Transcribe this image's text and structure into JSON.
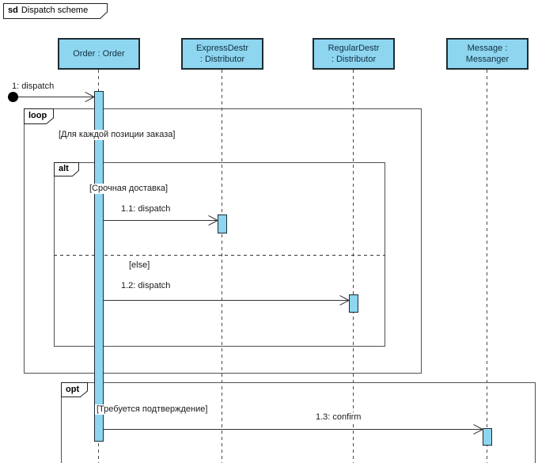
{
  "frame_title": {
    "keyword": "sd",
    "name": "Dispatch scheme"
  },
  "lifelines": [
    {
      "id": "order",
      "line1": "Order : Order",
      "line2": ""
    },
    {
      "id": "express",
      "line1": "ExpressDestr",
      "line2": ": Distributor"
    },
    {
      "id": "regular",
      "line1": "RegularDestr",
      "line2": ": Distributor"
    },
    {
      "id": "message",
      "line1": "Message :",
      "line2": "Messanger"
    }
  ],
  "messages": [
    {
      "label": "1: dispatch",
      "from": "found-message",
      "to": "order"
    },
    {
      "label": "1.1: dispatch",
      "from": "order",
      "to": "express"
    },
    {
      "label": "1.2: dispatch",
      "from": "order",
      "to": "regular"
    },
    {
      "label": "1.3: confirm",
      "from": "order",
      "to": "message"
    }
  ],
  "fragments": {
    "loop": {
      "operator": "loop",
      "guard": "[Для каждой позиции заказа]"
    },
    "alt": {
      "operator": "alt",
      "guard_if": "[Срочная доставка]",
      "guard_else": "[else]"
    },
    "opt": {
      "operator": "opt",
      "guard": "[Требуется подтверждение]"
    }
  },
  "colors": {
    "node_fill": "#8ed5f0",
    "node_border": "#1c2b33",
    "frame_border": "#4f4f4f",
    "line_color": "#333333"
  }
}
